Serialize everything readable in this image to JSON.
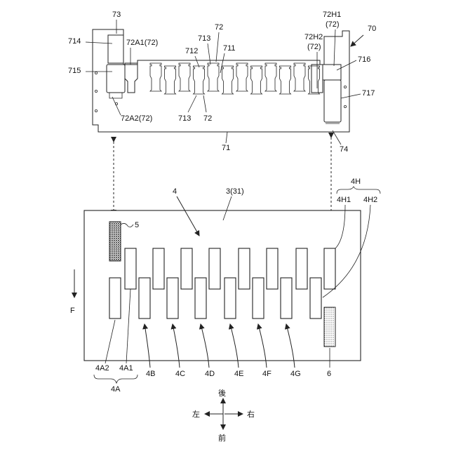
{
  "labels": {
    "l70": "70",
    "l73": "73",
    "l714": "714",
    "l715": "715",
    "l72A1": "72A1(72)",
    "l72A2": "72A2(72)",
    "l712": "712",
    "l713a": "713",
    "l72a": "72",
    "l711": "711",
    "l713b": "713",
    "l72b": "72",
    "l72H1": "72H1",
    "l72H1sub": "(72)",
    "l72H2": "72H2",
    "l72H2sub": "(72)",
    "l716": "716",
    "l717": "717",
    "l71": "71",
    "l74": "74",
    "l4": "4",
    "l331": "3(31)",
    "l4H": "4H",
    "l4H1": "4H1",
    "l4H2": "4H2",
    "l5": "5",
    "l6": "6",
    "lF": "F",
    "l4A2": "4A2",
    "l4A1": "4A1",
    "l4A": "4A",
    "l4B": "4B",
    "l4C": "4C",
    "l4D": "4D",
    "l4E": "4E",
    "l4F": "4F",
    "l4G": "4G",
    "dir_back": "後",
    "dir_left": "左",
    "dir_right": "右",
    "dir_front": "前"
  }
}
